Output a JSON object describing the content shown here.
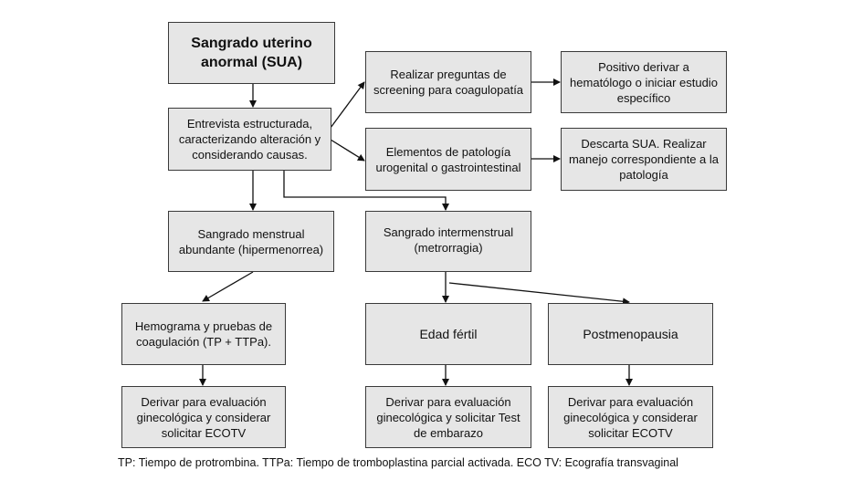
{
  "nodes": {
    "sua": "Sangrado uterino anormal (SUA)",
    "entrevista": "Entrevista estructurada, caracterizando alteración y considerando causas.",
    "screening": "Realizar preguntas de screening para coagulopatía",
    "positivo": "Positivo derivar a hematólogo o iniciar estudio específico",
    "elementos": "Elementos de patología urogenital o gastrointestinal",
    "descarta": "Descarta SUA. Realizar manejo correspondiente a la patología",
    "hipermenorrea": "Sangrado menstrual abundante (hipermenorrea)",
    "metrorragia": "Sangrado intermenstrual (metrorragia)",
    "hemograma": "Hemograma y pruebas de coagulación (TP + TTPa).",
    "edad_fertil": "Edad fértil",
    "postmenopausia": "Postmenopausia",
    "derivar_1": "Derivar para evaluación ginecológica y considerar solicitar ECOTV",
    "derivar_2": "Derivar para evaluación ginecológica y solicitar Test de embarazo",
    "derivar_3": "Derivar para evaluación ginecológica y considerar solicitar ECOTV"
  },
  "footnote": "TP: Tiempo de protrombina. TTPa: Tiempo de tromboplastina parcial activada. ECO TV: Ecografía transvaginal"
}
